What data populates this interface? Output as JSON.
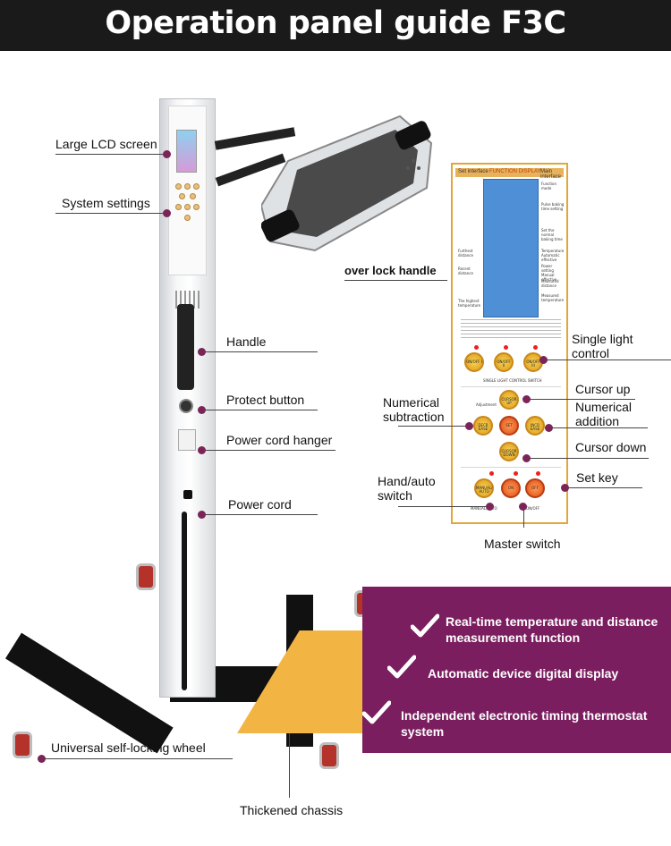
{
  "title": "Operation panel guide F3C",
  "labels": {
    "large_lcd": "Large LCD screen",
    "system_settings": "System settings",
    "lamp_lock": "over lock handle",
    "handle": "Handle",
    "protect_button": "Protect button",
    "power_cord_hanger": "Power cord hanger",
    "power_cord": "Power cord",
    "single_light_control": "Single light control",
    "cursor_up": "Cursor up",
    "numerical_subtraction": "Numerical subtraction",
    "numerical_addition": "Numerical addition",
    "cursor_down": "Cursor down",
    "set_key": "Set key",
    "hand_auto_switch": "Hand/auto switch",
    "master_switch": "Master switch",
    "universal_wheel": "Universal self-locking wheel",
    "thickened_chassis": "Thickened chassis"
  },
  "panel": {
    "header_left": "Set interface",
    "header_center": "FUNCTION DISPLAY",
    "header_right": "Main interface",
    "left_labels": [
      "Furthest distance",
      "Recent distance",
      "The highest temperature"
    ],
    "right_labels": [
      "Function mode",
      "Pulse baking time setting",
      "Set the normal baking time",
      "Temperature Automatic effective",
      "Power setting Manual effective",
      "Measured distance",
      "Measured temperature"
    ],
    "single_light_buttons": [
      "ON/OFF I",
      "ON/OFF II",
      "ON/OFF III"
    ],
    "single_light_caption": "SINGLE LIGHT CONTROL SWITCH",
    "cursor_up_btn": "CURSOR UP",
    "decrease_btn": "DECR EASE",
    "set_btn": "SET",
    "increase_btn": "INCR EASE",
    "cursor_down_btn": "CURSOR DOWN",
    "adjustment_caption": "Adjustment",
    "manual_auto_btn": "MANUAL/ AUTO",
    "on_btn": "ON",
    "off_btn": "OFF",
    "manual_auto_caption": "MANUAL/AUTO",
    "on_off_caption": "ON/OFF"
  },
  "features": [
    "Real-time temperature and distance measurement function",
    "Automatic device digital display",
    "Independent electronic timing thermostat system"
  ],
  "colors": {
    "banner": "#7b1e5f",
    "accent_yellow": "#f2b544",
    "dot": "#7b2457",
    "title_bar": "#1a1a1a"
  }
}
